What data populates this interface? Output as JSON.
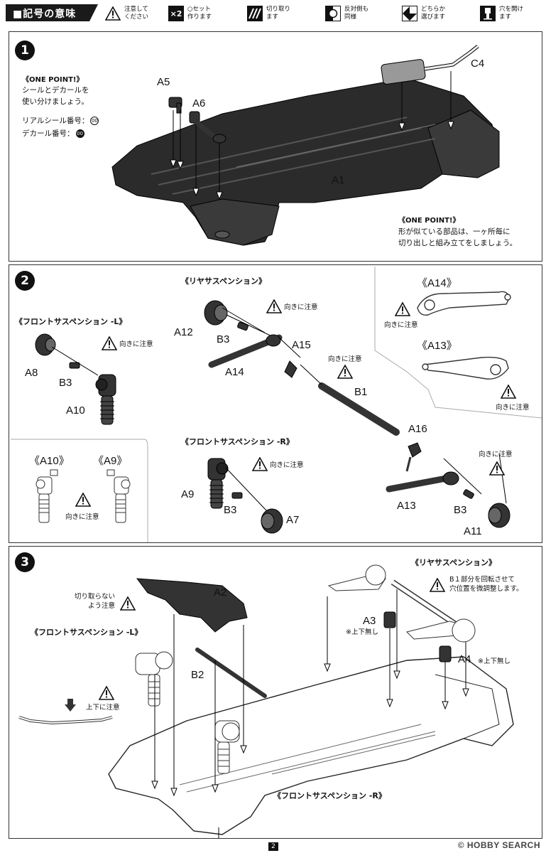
{
  "legend": {
    "title": "■記号の意味",
    "items": [
      {
        "icon": "warning-triangle-icon",
        "text": "注意して\nください"
      },
      {
        "icon": "x2-set-icon",
        "symbol": "×2",
        "text": "○セット\n作ります"
      },
      {
        "icon": "cut-icon",
        "text": "切り取り\nます"
      },
      {
        "icon": "opposite-side-icon",
        "text": "反対側も\n同様"
      },
      {
        "icon": "choose-either-icon",
        "text": "どちらか\n選びます"
      },
      {
        "icon": "drill-hole-icon",
        "text": "穴を開け\nます"
      }
    ]
  },
  "step1": {
    "number": "1",
    "one_point_left": {
      "title": "《ONE POINT!》",
      "body": "シールとデカールを\n使い分けましょう。",
      "real_seal": "リアルシール番号：",
      "real_seal_badge": "00",
      "decal": "デカール番号：",
      "decal_badge": "00"
    },
    "one_point_right": {
      "title": "《ONE POINT!》",
      "body": "形が似ている部品は、一ヶ所毎に\n切り出しと組み立てをしましょう。"
    },
    "labels": {
      "a5": "A5",
      "a6": "A6",
      "c4": "C4",
      "a1": "A1"
    }
  },
  "step2": {
    "number": "2",
    "rear_title": "《リヤサスペンション》",
    "front_l_title": "《フロントサスペンション -L》",
    "front_r_title": "《フロントサスペンション -R》",
    "a14_title": "《A14》",
    "a13_title": "《A13》",
    "a10_title": "《A10》",
    "a9_title": "《A9》",
    "caution": "向きに注意",
    "labels": {
      "a12": "A12",
      "b3": "B3",
      "a15": "A15",
      "a14": "A14",
      "b1": "B1",
      "a8": "A8",
      "a10": "A10",
      "a16": "A16",
      "a9": "A9",
      "a7": "A7",
      "a13": "A13",
      "a11": "A11"
    }
  },
  "step3": {
    "number": "3",
    "caution_cut": "切り取らない\nよう注意",
    "caution_updown": "上下に注意",
    "front_l_title": "《フロントサスペンション -L》",
    "front_r_title": "《フロントサスペンション -R》",
    "rear_title": "《リヤサスペンション》",
    "rear_note": "B１部分を回転させて\n穴位置を微調整します。",
    "no_updown": "※上下無し",
    "labels": {
      "a2": "A2",
      "b2": "B2",
      "a3": "A3",
      "a4": "A4"
    }
  },
  "footer": {
    "page": "2",
    "watermark": "© HOBBY SEARCH"
  }
}
